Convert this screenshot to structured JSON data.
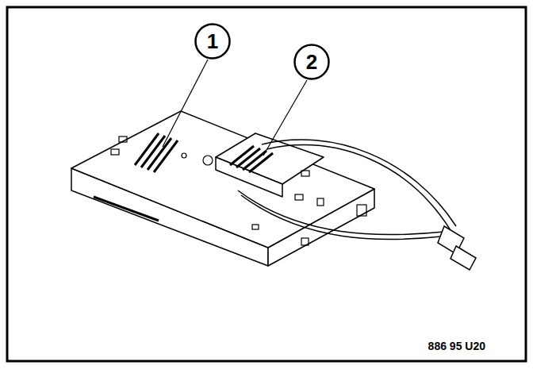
{
  "diagram": {
    "nodes": [
      {
        "text": [
          "1"
        ]
      },
      {
        "text": [
          "2"
        ]
      }
    ],
    "labels": [
      "886 95 U20"
    ]
  }
}
